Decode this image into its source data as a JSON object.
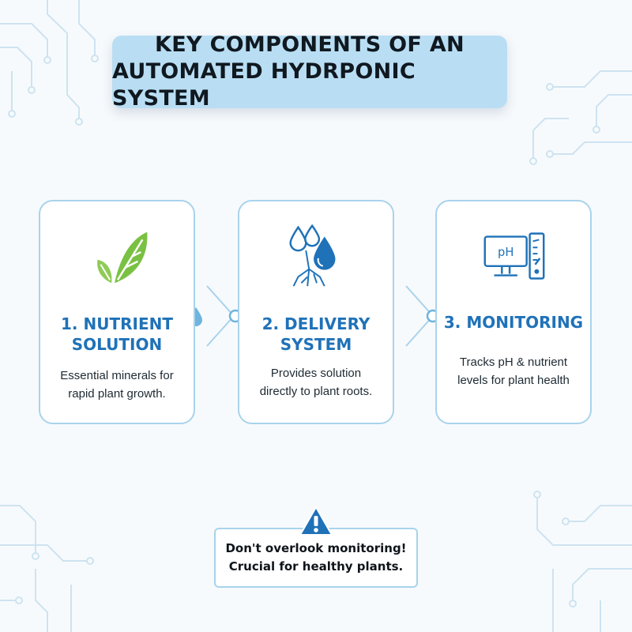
{
  "title": {
    "line1": "KEY COMPONENTS OF AN",
    "line2": "AUTOMATED HYDRPONIC SYSTEM"
  },
  "cards": [
    {
      "heading_line1": "1. NUTRIENT",
      "heading_line2": "SOLUTION",
      "desc_line1": "Essential minerals for",
      "desc_line2": "rapid plant growth.",
      "icon": "leaf-icon"
    },
    {
      "heading_line1": "2. DELIVERY",
      "heading_line2": "SYSTEM",
      "desc_line1": "Provides solution",
      "desc_line2": "directly to plant roots.",
      "icon": "water-drops-roots-icon"
    },
    {
      "heading_line1": "3. MONITORING",
      "heading_line2": "",
      "desc_line1": "Tracks pH & nutrient",
      "desc_line2": "levels for plant health",
      "icon": "ph-monitor-icon",
      "icon_text": "pH"
    }
  ],
  "warning": {
    "line1": "Don't overlook monitoring!",
    "line2": "Crucial for healthy plants.",
    "icon": "warning-triangle-icon"
  },
  "colors": {
    "accent": "#1f72b8",
    "title_bg": "#b9def3",
    "card_border": "#a9d3ec",
    "leaf_green": "#7ac143",
    "circuit": "#cde3f1"
  }
}
